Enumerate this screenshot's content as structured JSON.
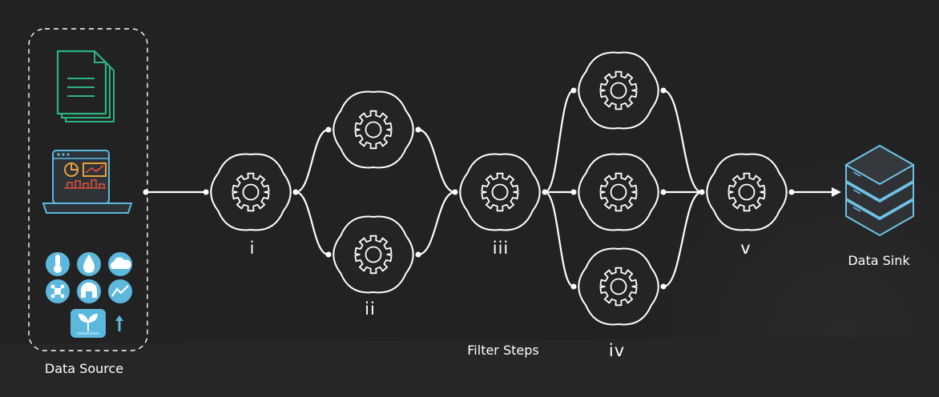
{
  "source": {
    "label": "Data Source",
    "icons": [
      "documents-icon",
      "dashboard-laptop-icon",
      "thermometer-icon",
      "water-drop-icon",
      "cloud-icon",
      "sensor-network-icon",
      "greenhouse-icon",
      "trend-line-icon",
      "plant-sprout-icon",
      "growth-arrow-icon"
    ]
  },
  "filters": {
    "caption": "Filter Steps",
    "steps": [
      {
        "label": "i"
      },
      {
        "label": "ii"
      },
      {
        "label": "iii"
      },
      {
        "label": "iv"
      },
      {
        "label": "v"
      }
    ]
  },
  "sink": {
    "label": "Data Sink",
    "icon": "database-stack-icon"
  },
  "colors": {
    "background": "#222222",
    "line": "#ffffff",
    "doc_green": "#2bb47f",
    "icon_blue": "#5db8de",
    "icon_light": "#8fd3ee",
    "chart_orange": "#e8a23a",
    "chart_red": "#e2513a",
    "sink_stroke": "#6fc3e6"
  }
}
